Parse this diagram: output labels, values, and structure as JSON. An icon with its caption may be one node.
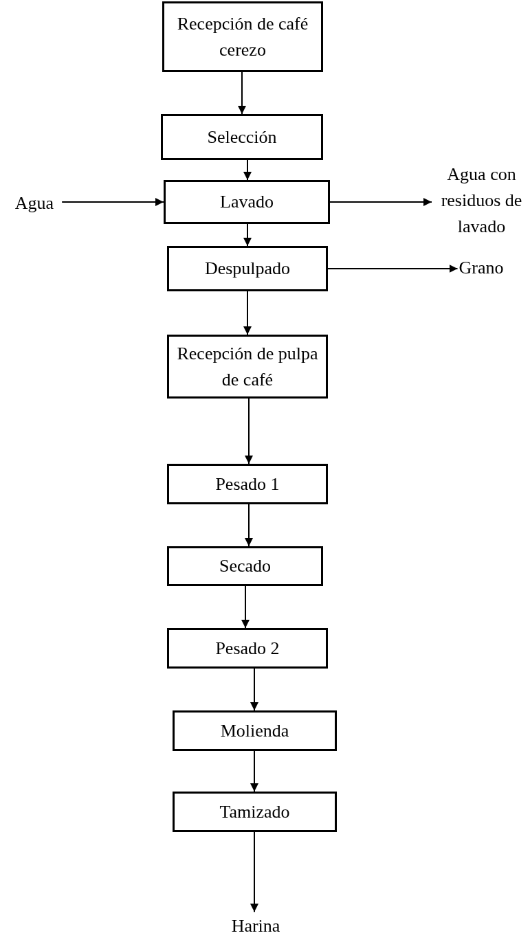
{
  "diagram": {
    "nodes": [
      {
        "text": [
          "Recepción de café cerezo"
        ]
      },
      {
        "text": [
          "Selección"
        ]
      },
      {
        "text": [
          "Lavado"
        ]
      },
      {
        "text": [
          "Despulpado"
        ]
      },
      {
        "text": [
          "Recepción de pulpa de café"
        ]
      },
      {
        "text": [
          "Pesado 1"
        ]
      },
      {
        "text": [
          "Secado"
        ]
      },
      {
        "text": [
          "Pesado 2"
        ]
      },
      {
        "text": [
          "Molienda"
        ]
      },
      {
        "text": [
          "Tamizado"
        ]
      },
      {
        "text": [
          "Harina"
        ]
      },
      {
        "text": [
          "Agua"
        ]
      },
      {
        "text": [
          "Agua con residuos de lavado"
        ]
      },
      {
        "text": [
          "Grano"
        ]
      }
    ],
    "edges": [
      {
        "from": 0,
        "to": 1,
        "arrow": "to"
      },
      {
        "from": 1,
        "to": 2,
        "arrow": "to"
      },
      {
        "from": 2,
        "to": 3,
        "arrow": "to"
      },
      {
        "from": 3,
        "to": 4,
        "arrow": "to"
      },
      {
        "from": 4,
        "to": 5,
        "arrow": "to"
      },
      {
        "from": 5,
        "to": 6,
        "arrow": "to"
      },
      {
        "from": 6,
        "to": 7,
        "arrow": "to"
      },
      {
        "from": 7,
        "to": 8,
        "arrow": "to"
      },
      {
        "from": 8,
        "to": 9,
        "arrow": "to"
      },
      {
        "from": 9,
        "to": 10,
        "arrow": "to"
      },
      {
        "from": 11,
        "to": 2,
        "arrow": "to"
      },
      {
        "from": 2,
        "to": 12,
        "arrow": "to"
      },
      {
        "from": 3,
        "to": 13,
        "arrow": "to"
      }
    ]
  }
}
